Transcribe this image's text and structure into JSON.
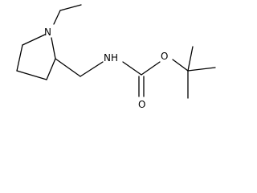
{
  "structure": {
    "atoms": {
      "n_ring": "N",
      "nh": "NH",
      "o_carbonyl": "O",
      "o_ether": "O"
    }
  }
}
